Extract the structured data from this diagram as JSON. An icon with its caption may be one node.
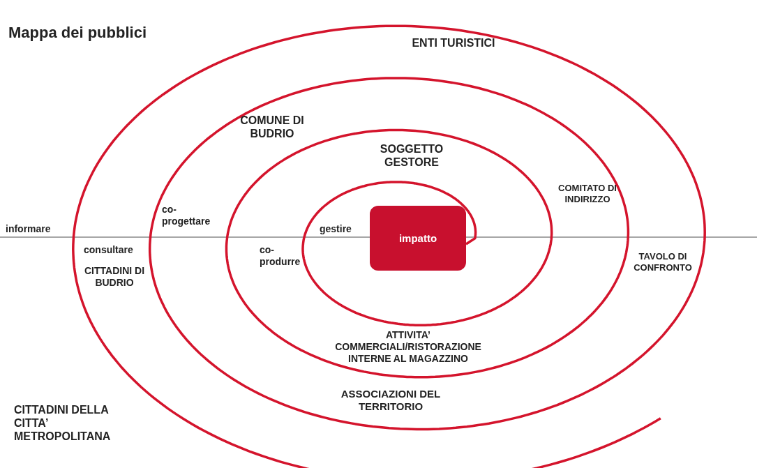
{
  "diagram": {
    "title": "Mappa dei pubblici",
    "nodes": [
      {
        "text": [
          "impatto"
        ]
      }
    ],
    "labels": [
      "ENTI TURISTICI",
      "COMUNE DI BUDRIO",
      "SOGGETTO GESTORE",
      "COMITATO DI INDIRIZZO",
      "informare",
      "co-progettare",
      "gestire",
      "consultare",
      "co-produrre",
      "CITTADINI DI BUDRIO",
      "ATTIVITA’ COMMERCIALI/RISTORAZIONE INTERNE AL MAGAZZINO",
      "TAVOLO DI CONFRONTO",
      "ASSOCIAZIONI DEL TERRITORIO",
      "CITTADINI DELLA CITTA’ METROPOLITANA"
    ]
  }
}
